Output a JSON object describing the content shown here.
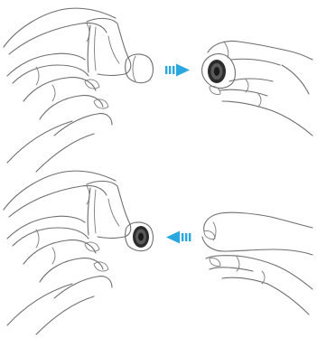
{
  "steps": [
    {
      "action": "remove",
      "arrow_direction": "right"
    },
    {
      "action": "attach",
      "arrow_direction": "left"
    }
  ],
  "colors": {
    "arrow": "#29a8e0",
    "line": "#6e6e6e",
    "background": "#ffffff"
  }
}
